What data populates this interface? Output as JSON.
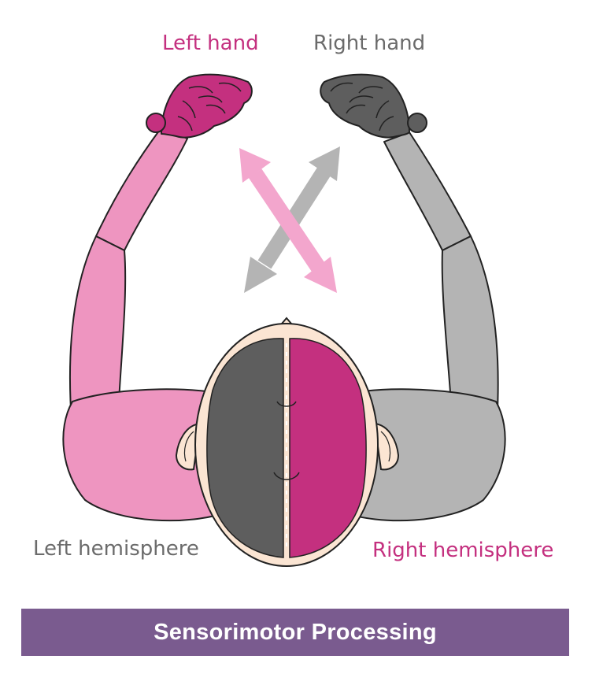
{
  "labels": {
    "left_hand": "Left hand",
    "right_hand": "Right hand",
    "left_hemisphere": "Left hemisphere",
    "right_hemisphere": "Right hemisphere"
  },
  "banner": {
    "title": "Sensorimotor Processing"
  },
  "colors": {
    "magenta": "#c4307f",
    "pink": "#ee95c0",
    "light_pink": "#f3a6cd",
    "dark_gray": "#5e5e5e",
    "light_gray": "#b4b4b4",
    "gray_label": "#6b6b6b",
    "skin": "#fbe5d3",
    "banner_purple": "#7a5b8f",
    "outline": "#222222"
  }
}
